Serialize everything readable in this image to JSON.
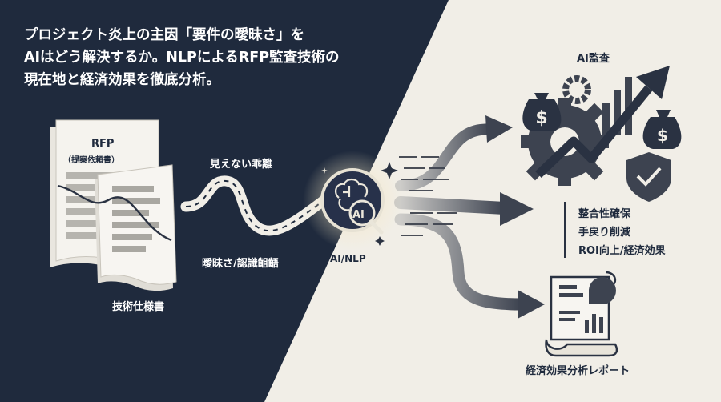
{
  "headline": {
    "line1": "プロジェクト炎上の主因「要件の曖昧さ」を",
    "line2": "AIはどう解決するか。NLPによるRFP監査技術の",
    "line3": "現在地と経済効果を徹底分析。"
  },
  "rfp_doc": {
    "title": "RFP",
    "subtitle": "（提案依頼書）"
  },
  "spec_doc": {
    "label": "技術仕様書"
  },
  "gap_labels": {
    "top": "見えない乖離",
    "bottom": "曖昧さ/認識齟齬"
  },
  "ai_node": {
    "badge": "AI",
    "label": "AI/NLP"
  },
  "audit": {
    "label": "AI監査"
  },
  "benefits": [
    "整合性確保",
    "手戻り削減",
    "ROI向上/経済効果"
  ],
  "report": {
    "label": "経済効果分析レポート"
  },
  "icons": [
    "document-icon",
    "brain-icon",
    "magnifier-icon",
    "money-bag-icon",
    "gear-icon",
    "trend-arrow-icon",
    "shield-check-icon",
    "report-scroll-icon",
    "sparkle-icon"
  ],
  "colors": {
    "navy": "#1f2a3d",
    "paper": "#f1eee7",
    "gray": "#4a4e57",
    "white": "#ffffff"
  }
}
